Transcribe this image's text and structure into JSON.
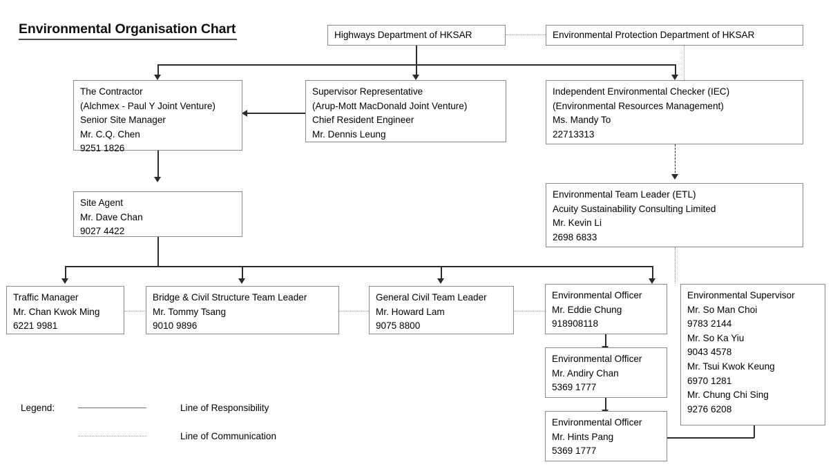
{
  "page": {
    "title": "Environmental Organisation Chart",
    "background": "#ffffff",
    "line_color": "#2b2b2b",
    "box_border_color": "#8a8a8a"
  },
  "nodes": {
    "highways_department": {
      "lines": [
        "Highways Department of HKSAR"
      ]
    },
    "epd": {
      "lines": [
        "Environmental Protection Department of HKSAR"
      ]
    },
    "contractor": {
      "lines": [
        "The Contractor",
        "(Alchmex - Paul Y Joint Venture)",
        "Senior Site Manager",
        "Mr. C.Q. Chen",
        "9251 1826"
      ]
    },
    "supervisor_representative": {
      "lines": [
        "Supervisor Representative",
        "(Arup-Mott MacDonald Joint Venture)",
        "Chief Resident Engineer",
        "Mr. Dennis Leung"
      ]
    },
    "iec": {
      "lines": [
        "Independent Environmental Checker (IEC)",
        "(Environmental Resources Management)",
        "Ms. Mandy To",
        "22713313"
      ]
    },
    "site_agent": {
      "lines": [
        "Site Agent",
        "Mr. Dave Chan",
        "9027 4422"
      ]
    },
    "etl": {
      "lines": [
        "Environmental Team Leader (ETL)",
        "Acuity Sustainability Consulting Limited",
        "Mr. Kevin Li",
        "2698 6833"
      ]
    },
    "traffic_manager": {
      "lines": [
        "Traffic Manager",
        "Mr. Chan Kwok Ming",
        "6221 9981"
      ]
    },
    "bridge_civil_team_leader": {
      "lines": [
        "Bridge & Civil Structure Team Leader",
        "Mr. Tommy Tsang",
        "9010 9896"
      ]
    },
    "general_civil_team_leader": {
      "lines": [
        "General Civil Team Leader",
        "Mr. Howard Lam",
        "9075 8800"
      ]
    },
    "environmental_officer_1": {
      "lines": [
        "Environmental Officer",
        "Mr. Eddie Chung",
        "918908118"
      ]
    },
    "environmental_officer_2": {
      "lines": [
        "Environmental Officer",
        "Mr. Andiry Chan",
        "5369 1777"
      ]
    },
    "environmental_officer_3": {
      "lines": [
        "Environmental Officer",
        "Mr. Hints Pang",
        "5369 1777"
      ]
    },
    "environmental_supervisor": {
      "lines": [
        "Environmental Supervisor",
        "Mr. So Man Choi",
        "9783 2144",
        "Mr. So Ka Yiu",
        "9043 4578",
        "Mr. Tsui Kwok Keung",
        "6970 1281",
        "Mr. Chung Chi Sing",
        "9276 6208"
      ]
    }
  },
  "legend": {
    "label": "Legend:",
    "responsibility": "Line of Responsibility",
    "communication": "Line of Communication"
  }
}
